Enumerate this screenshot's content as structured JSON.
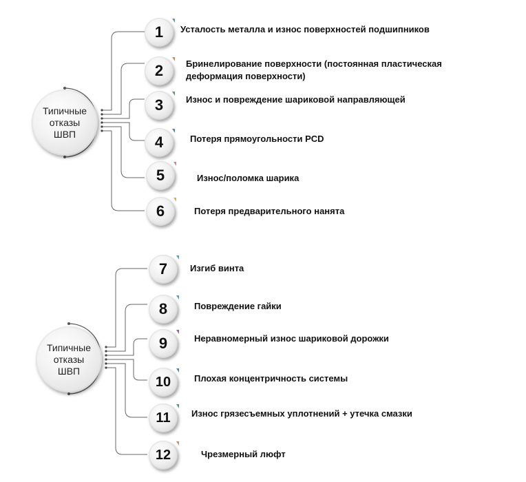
{
  "groups": [
    {
      "hub_label": "Типичные отказы ШВП",
      "items": [
        {
          "number": "1",
          "label": "Усталость металла и износ поверхностей подшипников",
          "accent": "#4a9fc4"
        },
        {
          "number": "2",
          "label": "Бринелирование поверхности (постоянная пластическая деформация поверхности)",
          "accent": "#e08a3c"
        },
        {
          "number": "3",
          "label": "Износ и повреждение шариковой направляющей",
          "accent": "#3fa66b"
        },
        {
          "number": "4",
          "label": "Потеря прямоугольности PCD",
          "accent": "#3f8fc4"
        },
        {
          "number": "5",
          "label": "Износ/поломка шарика",
          "accent": "#e07a9a"
        },
        {
          "number": "6",
          "label": "Потеря предварительного нанята",
          "accent": "#e0b03c"
        }
      ]
    },
    {
      "hub_label": "Типичные отказы ШВП",
      "items": [
        {
          "number": "7",
          "label": "Изгиб винта",
          "accent": "#4a9fc4"
        },
        {
          "number": "8",
          "label": "Повреждение гайки",
          "accent": "#3fa6b8"
        },
        {
          "number": "9",
          "label": "Неравномерный износ шариковой дорожки",
          "accent": "#8e5fb0"
        },
        {
          "number": "10",
          "label": "Плохая  концентричность системы",
          "accent": "#3f8fc4"
        },
        {
          "number": "11",
          "label": "Износ грязесъемных уплотнений + утечка смазки",
          "accent": "#3fa66b"
        },
        {
          "number": "12",
          "label": "Чрезмерный люфт",
          "accent": "#e08a3c"
        }
      ]
    }
  ]
}
